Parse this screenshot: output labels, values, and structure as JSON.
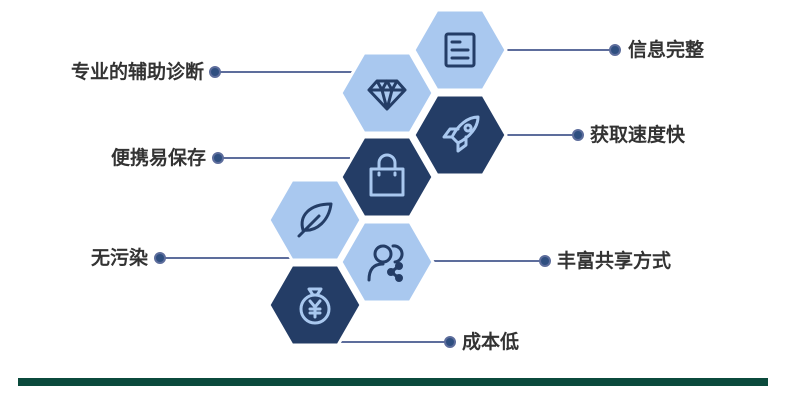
{
  "items": [
    {
      "label": "信息完整",
      "icon": "document-icon",
      "tone": "light"
    },
    {
      "label": "专业的辅助诊断",
      "icon": "diamond-icon",
      "tone": "light"
    },
    {
      "label": "获取速度快",
      "icon": "rocket-icon",
      "tone": "dark"
    },
    {
      "label": "便携易保存",
      "icon": "bag-icon",
      "tone": "dark"
    },
    {
      "label": "无污染",
      "icon": "leaf-icon",
      "tone": "light"
    },
    {
      "label": "丰富共享方式",
      "icon": "share-users-icon",
      "tone": "light"
    },
    {
      "label": "成本低",
      "icon": "money-bag-icon",
      "tone": "dark"
    }
  ],
  "colors": {
    "light": "#a9c8ef",
    "dark": "#243d66",
    "line": "#5d6d9c",
    "dot": "#2f4f80",
    "bar": "#0b4a3c"
  }
}
